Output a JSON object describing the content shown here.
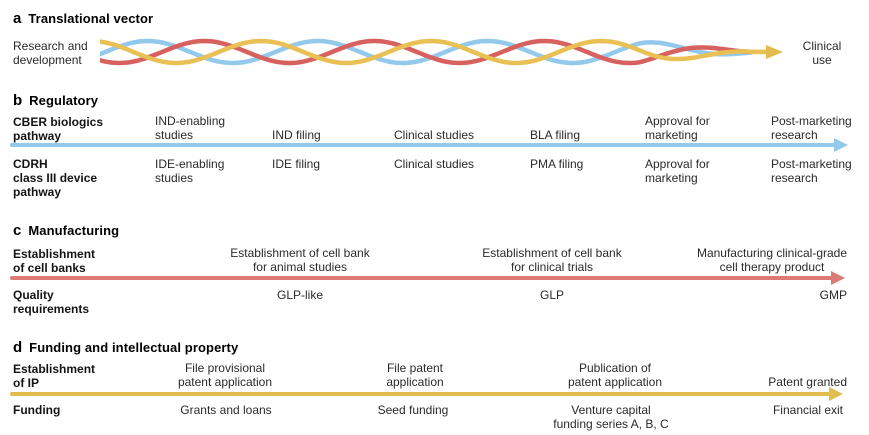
{
  "colors": {
    "blue": "#93C9EB",
    "red": "#D7615E",
    "red_arrow": "#DC7A75",
    "yellow": "#E8C053",
    "yellow_arrow": "#E3BC4F"
  },
  "sections": {
    "a": {
      "letter": "a",
      "title": "Translational vector",
      "left_label": "Research and\ndevelopment",
      "right_label": "Clinical\nuse"
    },
    "b": {
      "letter": "b",
      "title": "Regulatory",
      "rows": [
        {
          "label": "CBER biologics\npathway",
          "items": [
            {
              "text": "IND-enabling\nstudies"
            },
            {
              "text": "IND filing"
            },
            {
              "text": "Clinical studies"
            },
            {
              "text": "BLA filing"
            },
            {
              "text": "Approval for\nmarketing"
            },
            {
              "text": "Post-marketing\nresearch"
            }
          ]
        },
        {
          "label": "CDRH\nclass III device\npathway",
          "items": [
            {
              "text": "IDE-enabling\nstudies"
            },
            {
              "text": "IDE filing"
            },
            {
              "text": "Clinical studies"
            },
            {
              "text": "PMA filing"
            },
            {
              "text": "Approval for\nmarketing"
            },
            {
              "text": "Post-marketing\nresearch"
            }
          ]
        }
      ]
    },
    "c": {
      "letter": "c",
      "title": "Manufacturing",
      "row1": {
        "label": "Establishment\nof cell banks",
        "items": [
          "Establishment of cell bank\nfor animal studies",
          "Establishment of cell bank\nfor clinical trials",
          "Manufacturing clinical-grade\ncell therapy product"
        ]
      },
      "row2": {
        "label": "Quality\nrequirements",
        "items": [
          "GLP-like",
          "GLP",
          "GMP"
        ]
      }
    },
    "d": {
      "letter": "d",
      "title": "Funding and intellectual property",
      "row1": {
        "label": "Establishment\nof IP",
        "items": [
          "File provisional\npatent application",
          "File patent\napplication",
          "Publication of\npatent application",
          "Patent granted"
        ]
      },
      "row2": {
        "label": "Funding",
        "items": [
          "Grants and loans",
          "Seed funding",
          "Venture capital\nfunding series A, B, C",
          "Financial exit"
        ]
      }
    }
  }
}
